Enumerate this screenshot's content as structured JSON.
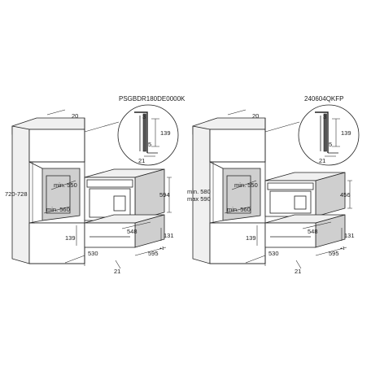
{
  "left_panel": {
    "model_code": "PSGBDR180DE0000K",
    "dimensions": {
      "top_depth": "20",
      "niche_height": "720-728",
      "min_width_upper": "min. 550",
      "min_width_lower": "min. 560",
      "oven_height": "594",
      "oven_depth": "548",
      "drawer_height": "131",
      "gap": "139",
      "cabinet_depth": "530",
      "front_offset": "21",
      "width": "595",
      "width_tolerance": "+1"
    },
    "detail": {
      "top": "3",
      "height": "139",
      "bottom": "5",
      "depth": "21"
    }
  },
  "right_panel": {
    "model_code": "240604QKFP",
    "dimensions": {
      "top_depth": "20",
      "niche_min": "min. 580",
      "niche_max": "max 590",
      "min_width_upper": "min. 550",
      "min_width_lower": "min. 560",
      "oven_height": "456",
      "oven_depth": "548",
      "drawer_height": "131",
      "gap": "139",
      "cabinet_depth": "530",
      "front_offset": "21",
      "width": "595",
      "width_tolerance": "+1"
    },
    "detail": {
      "top": "3",
      "height": "139",
      "bottom": "5",
      "depth": "21"
    }
  }
}
